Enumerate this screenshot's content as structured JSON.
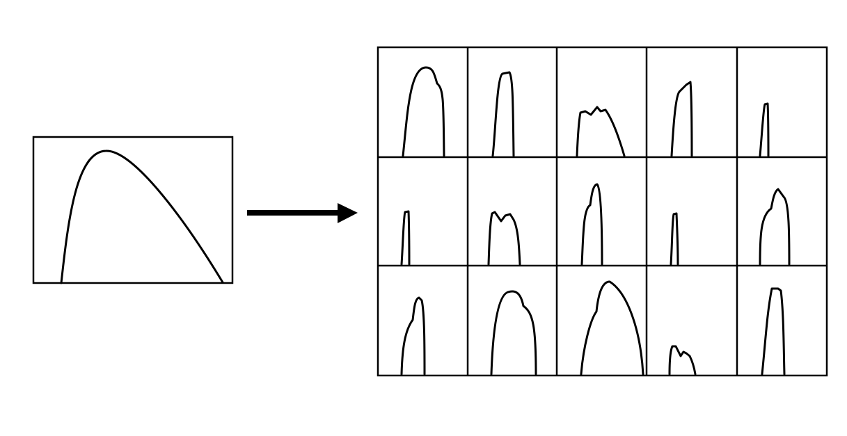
{
  "diagram": {
    "description_text": "",
    "colors": {
      "line": "#000000",
      "background": "#ffffff"
    },
    "source_panel": {
      "shape": "single smooth hump"
    },
    "arrow": {
      "direction": "right"
    },
    "grid": {
      "rows": 3,
      "columns": 5,
      "cell_count": 15
    }
  }
}
